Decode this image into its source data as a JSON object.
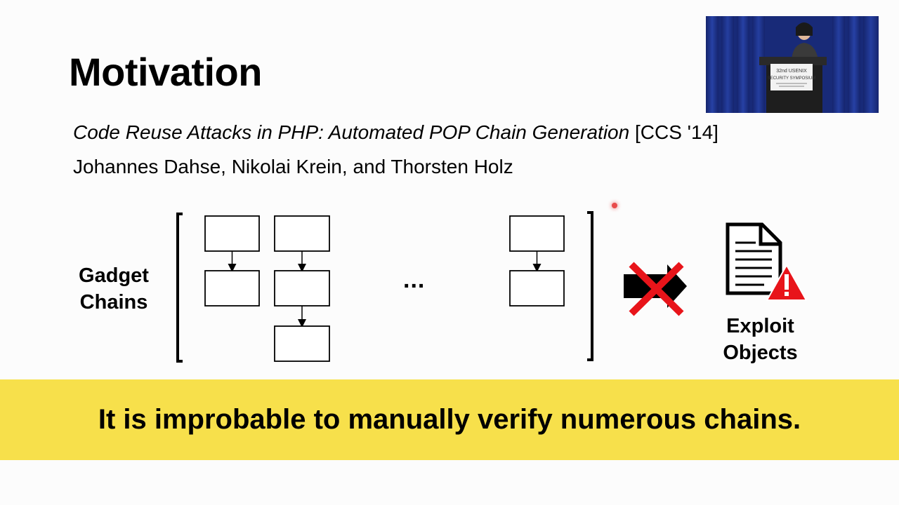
{
  "slide": {
    "title": "Motivation",
    "citation": {
      "paper_title": "Code Reuse Attacks in PHP: Automated POP Chain Generation",
      "venue": "[CCS '14]"
    },
    "authors": "Johannes Dahse, Nikolai Krein, and Thorsten Holz",
    "diagram": {
      "left_label_line1": "Gadget",
      "left_label_line2": "Chains",
      "ellipsis": "...",
      "right_label_line1": "Exploit",
      "right_label_line2": "Objects",
      "icons": [
        "blocked-arrow-icon",
        "document-icon",
        "warning-icon"
      ]
    },
    "banner": {
      "text": "It is improbable to manually verify numerous chains."
    }
  },
  "video_overlay": {
    "podium_lines": [
      "32nd USENIX",
      "SECURITY SYMPOSIUM"
    ]
  },
  "colors": {
    "banner": "#f7e04b",
    "cross": "#e8141a",
    "warning": "#e8141a",
    "video_background": "#1c2f7a"
  }
}
